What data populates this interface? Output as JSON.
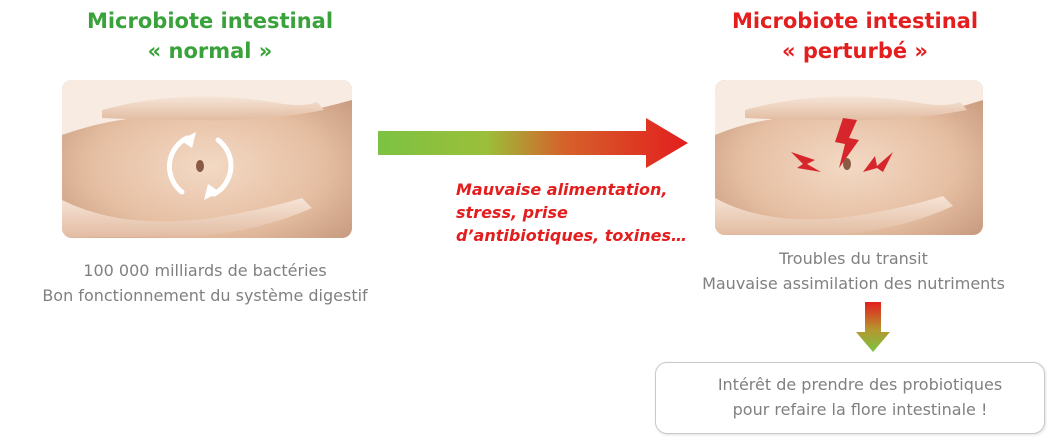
{
  "normal": {
    "title_line1": "Microbiote intestinal",
    "title_line2": "« normal »",
    "caption_line1": "100 000 milliards  de bactéries",
    "caption_line2": "Bon fonctionnement du système digestif",
    "title_color": "#3aa23a",
    "illustration": "cycle-arrows-icon"
  },
  "perturbe": {
    "title_line1": "Microbiote intestinal",
    "title_line2": "« perturbé »",
    "caption_line1": "Troubles du transit",
    "caption_line2": "Mauvaise assimilation  des nutriments",
    "title_color": "#e31e1e",
    "illustration": "lightning-bolt-icon"
  },
  "causes": {
    "line1": "Mauvaise alimentation,",
    "line2": "stress, prise",
    "line3": "d’antibiotiques,  toxines…"
  },
  "conclusion": {
    "line1": "Intérêt de prendre des probiotiques",
    "line2": "pour refaire la flore intestinale !"
  },
  "colors": {
    "green": "#7cc242",
    "red": "#e31e1e",
    "gray_text": "#808080"
  }
}
